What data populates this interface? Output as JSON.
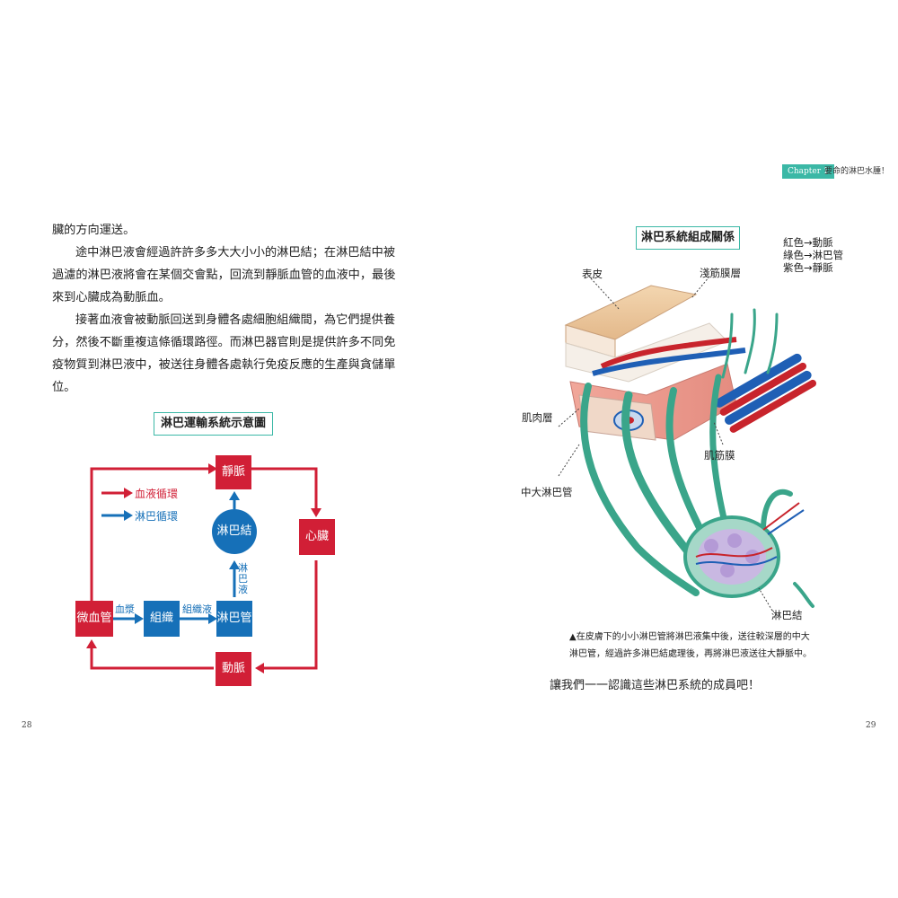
{
  "left_page": {
    "paragraphs": [
      [
        "臟的方向運送。"
      ],
      [
        "途中淋巴液會經過許許多多大大小小的淋巴結；在淋巴結中被",
        "過濾的淋巴液將會在某個交會點，回流到靜脈血管的血液中，最後",
        "來到心臟成為動脈血。"
      ],
      [
        "接著血液會被動脈回送到身體各處細胞組織間，為它們提供養",
        "分，然後不斷重複這條循環路徑。而淋巴器官則是提供許多不同免",
        "疫物質到淋巴液中，被送往身體各處執行免疫反應的生產與貪儲單",
        "位。"
      ]
    ],
    "diagram": {
      "title": "淋巴運輸系統示意圖",
      "legend": {
        "blood": "血液循環",
        "lymph": "淋巴循環"
      },
      "nodes": {
        "vein": "靜脈",
        "heart": "心臟",
        "artery": "動脈",
        "capillary": "微血管",
        "tissue": "組織",
        "lymph_vessel": "淋巴管",
        "lymph_node": "淋巴結"
      },
      "edge_labels": {
        "plasma": "血漿",
        "tissue_fluid": "組織液",
        "lymph_fluid": "淋巴液"
      },
      "colors": {
        "blood": "#d11f36",
        "lymph": "#1670b8",
        "title_border": "#3bb8a6"
      }
    },
    "page_number": "28"
  },
  "right_page": {
    "header": {
      "chapter": "Chapter 1",
      "subtitle": "要命的淋巴水腫！"
    },
    "figure": {
      "title": "淋巴系統組成關係",
      "color_legend": [
        "紅色→動脈",
        "綠色→淋巴管",
        "紫色→靜脈"
      ],
      "labels": {
        "epidermis": "表皮",
        "superficial_fascia": "淺筋膜層",
        "muscle": "肌肉層",
        "deep_fascia": "肌筋膜",
        "large_lymph_vessel": "中大淋巴管",
        "lymph_node": "淋巴結"
      },
      "colors": {
        "lymph": "#3aa58a",
        "artery": "#c8242c",
        "vein": "#1f5fb5"
      }
    },
    "caption": [
      "▲在皮膚下的小小淋巴管將淋巴液集中後，送往較深層的中大",
      "淋巴管，經過許多淋巴結處理後，再將淋巴液送往大靜脈中。"
    ],
    "closing": "讓我們一一認識這些淋巴系統的成員吧！",
    "page_number": "29"
  }
}
